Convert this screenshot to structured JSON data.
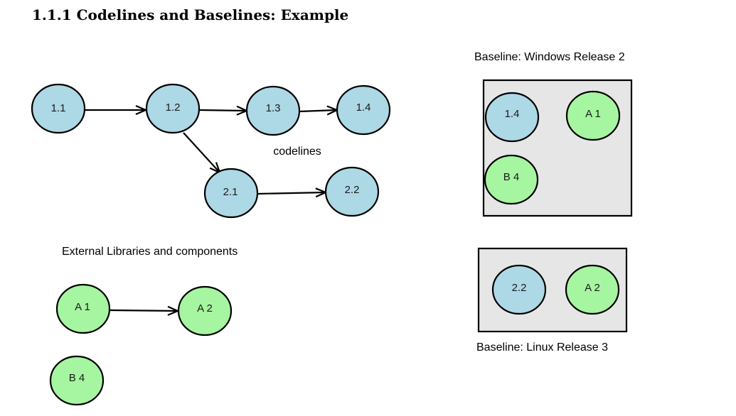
{
  "heading": "1.1.1 Codelines and Baselines: Example",
  "colors": {
    "codeline_fill": "#add8e6",
    "library_fill": "#a6f5a0",
    "baseline_fill": "#e6e6e6",
    "stroke": "#000000"
  },
  "captions": {
    "codelines": "codelines",
    "external": "External Libraries and components",
    "baseline_windows": "Baseline: Windows Release 2",
    "baseline_linux": "Baseline: Linux Release 3"
  },
  "codelines": {
    "n11": "1.1",
    "n12": "1.2",
    "n13": "1.3",
    "n14": "1.4",
    "n21": "2.1",
    "n22": "2.2"
  },
  "libraries": {
    "a1": "A 1",
    "a2": "A 2",
    "b4": "B 4"
  },
  "baseline_windows": {
    "n14": "1.4",
    "a1": "A 1",
    "b4": "B 4"
  },
  "baseline_linux": {
    "n22": "2.2",
    "a2": "A 2"
  }
}
